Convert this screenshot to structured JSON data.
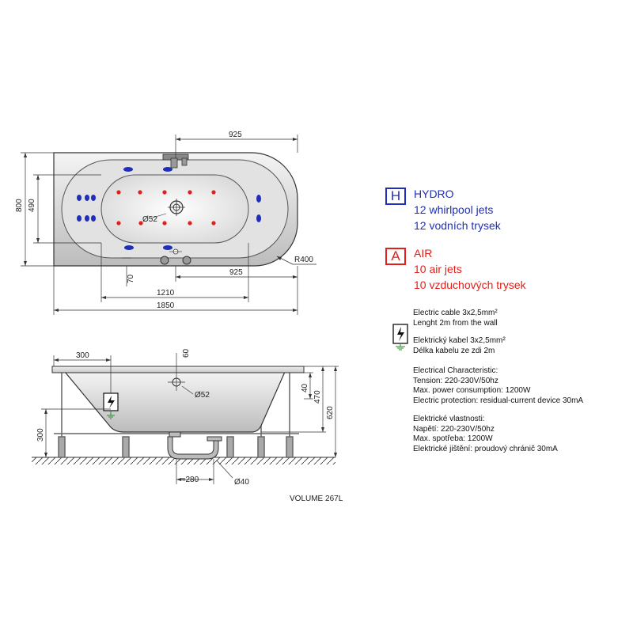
{
  "top_view": {
    "dims": {
      "right_width_top": "925",
      "height_overall": "800",
      "inner_height": "490",
      "drain_diameter": "Ø52",
      "radius": "R400",
      "offset_70": "70",
      "right_width_bottom": "925",
      "inner_length": "1210",
      "overall_length": "1850"
    }
  },
  "side_view": {
    "dims": {
      "left_offset": "300",
      "top_60": "60",
      "drain_diameter": "Ø52",
      "rim_40": "40",
      "depth_470": "470",
      "height_620": "620",
      "floor_300": "300",
      "drain_280": "≈280",
      "pipe_40": "Ø40"
    },
    "volume": "VOLUME 267L"
  },
  "legend": {
    "hydro": {
      "letter": "H",
      "color": "#1f2fb8",
      "lines": [
        "HYDRO",
        "12 whirlpool jets",
        "12 vodních trysek"
      ]
    },
    "air": {
      "letter": "A",
      "color": "#e0201a",
      "lines": [
        "AIR",
        "10 air jets",
        "10 vzduchových trysek"
      ]
    }
  },
  "electric": {
    "cable_lines": [
      "Electric cable 3x2,5mm²",
      "Lenght 2m from the wall"
    ],
    "cable_lines_cz": [
      "Elektrický kabel 3x2,5mm²",
      "Délka kabelu ze zdi 2m"
    ],
    "characteristic": [
      "Electrical Characteristic:",
      "Tension: 220-230V/50hz",
      "Max. power consumption: 1200W",
      "Electric protection: residual-current device 30mA"
    ],
    "characteristic_cz": [
      "Elektrické vlastnosti:",
      "Napětí: 220-230V/50hz",
      "Max. spotřeba: 1200W",
      "Elektrické jištění: proudový chránič 30mA"
    ]
  }
}
